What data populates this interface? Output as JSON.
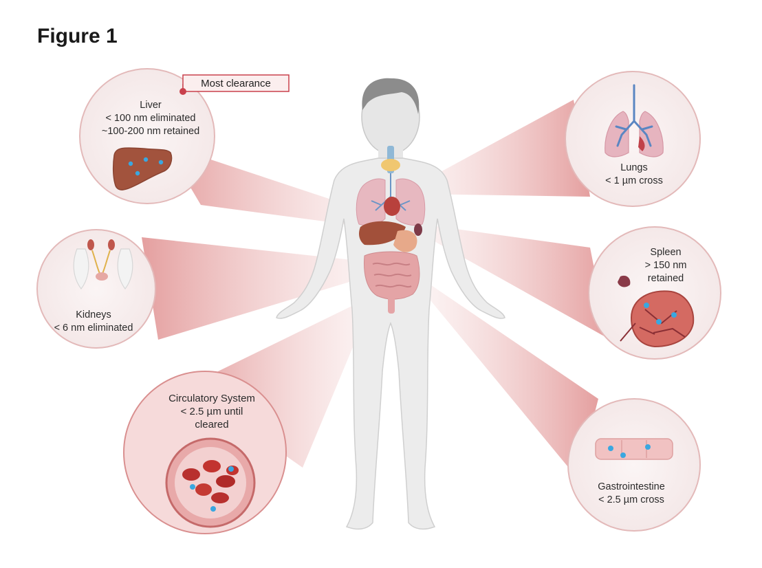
{
  "figure": {
    "title": "Figure 1"
  },
  "callout": {
    "text": "Most clearance"
  },
  "organs": {
    "liver": {
      "lines": [
        "Liver",
        "< 100 nm eliminated",
        "~100-200 nm retained"
      ]
    },
    "lungs": {
      "lines": [
        "Lungs",
        "< 1 µm cross"
      ]
    },
    "kidneys": {
      "lines": [
        "Kidneys",
        "< 6 nm eliminated"
      ]
    },
    "spleen": {
      "lines": [
        "Spleen",
        "> 150 nm",
        "retained"
      ]
    },
    "circulatory": {
      "lines": [
        "Circulatory System",
        "< 2.5 µm until",
        "cleared"
      ]
    },
    "gastro": {
      "lines": [
        "Gastrointestine",
        "< 2.5 µm cross"
      ]
    }
  },
  "colors": {
    "beam": "#e7a2a2",
    "circle_fill": "#f7eded",
    "circle_stroke": "#e3b6b6",
    "callout_stroke": "#c9404c",
    "particle": "#3aa7e0",
    "body": "#e9e9e9",
    "organ_red": "#b5534a"
  }
}
